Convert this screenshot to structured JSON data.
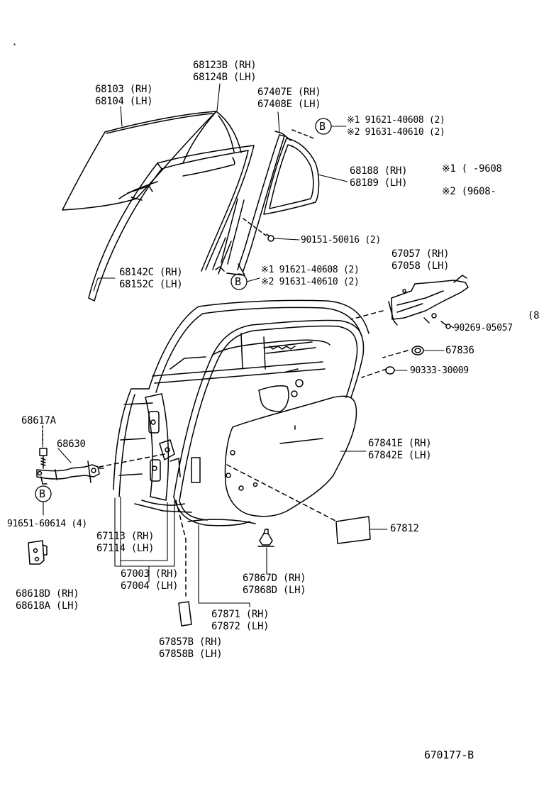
{
  "diagram": {
    "figure_code": "670177-B",
    "notes": {
      "note1": "※1 (        -9608",
      "note2": "※2 (9608-"
    },
    "callouts": [
      {
        "id": "glass",
        "lines": [
          "68103 (RH)",
          "68104 (LH)"
        ]
      },
      {
        "id": "run-channel",
        "lines": [
          "68123B (RH)",
          "68124B (LH)"
        ]
      },
      {
        "id": "quarter-frame",
        "lines": [
          "67407E (RH)",
          "67408E (LH)"
        ]
      },
      {
        "id": "b-upper",
        "lines": [
          "※1 91621-40608 (2)",
          "※2 91631-40610 (2)"
        ]
      },
      {
        "id": "quarter-glass",
        "lines": [
          "68188 (RH)",
          "68189 (LH)"
        ]
      },
      {
        "id": "clip-upper",
        "lines": [
          "90151-50016 (2)"
        ]
      },
      {
        "id": "weatherstrip-inner",
        "lines": [
          "68142C (RH)",
          "68152C (LH)"
        ]
      },
      {
        "id": "b-middle",
        "lines": [
          "※1 91621-40608 (2)",
          "※2 91631-40610 (2)"
        ]
      },
      {
        "id": "bracket",
        "lines": [
          "67057 (RH)",
          "67058 (LH)"
        ]
      },
      {
        "id": "bracket-screw",
        "lines": [
          "90269-05057"
        ]
      },
      {
        "id": "qty-8",
        "lines": [
          "(8"
        ]
      },
      {
        "id": "plug",
        "lines": [
          "67836"
        ]
      },
      {
        "id": "oring",
        "lines": [
          "90333-30009"
        ]
      },
      {
        "id": "check-bolt",
        "lines": [
          "68617A"
        ]
      },
      {
        "id": "door-check",
        "lines": [
          "68630"
        ]
      },
      {
        "id": "service-hole-cover",
        "lines": [
          "67841E (RH)",
          "67842E (LH)"
        ]
      },
      {
        "id": "bolt-b",
        "lines": [
          "91651-60614 (4)"
        ]
      },
      {
        "id": "pad",
        "lines": [
          "67812"
        ]
      },
      {
        "id": "inner-panel",
        "lines": [
          "67113 (RH)",
          "67114 (LH)"
        ]
      },
      {
        "id": "door-panel",
        "lines": [
          "67003 (RH)",
          "67004 (LH)"
        ]
      },
      {
        "id": "hinge",
        "lines": [
          "68618D (RH)",
          "68618A (LH)"
        ]
      },
      {
        "id": "clip-lower",
        "lines": [
          "67867D (RH)",
          "67868D (LH)"
        ]
      },
      {
        "id": "weatherstrip",
        "lines": [
          "67871 (RH)",
          "67872 (LH)"
        ]
      },
      {
        "id": "cushion",
        "lines": [
          "67857B (RH)",
          "67858B (LH)"
        ]
      }
    ],
    "circle_markers": [
      "B",
      "B",
      "B"
    ]
  }
}
